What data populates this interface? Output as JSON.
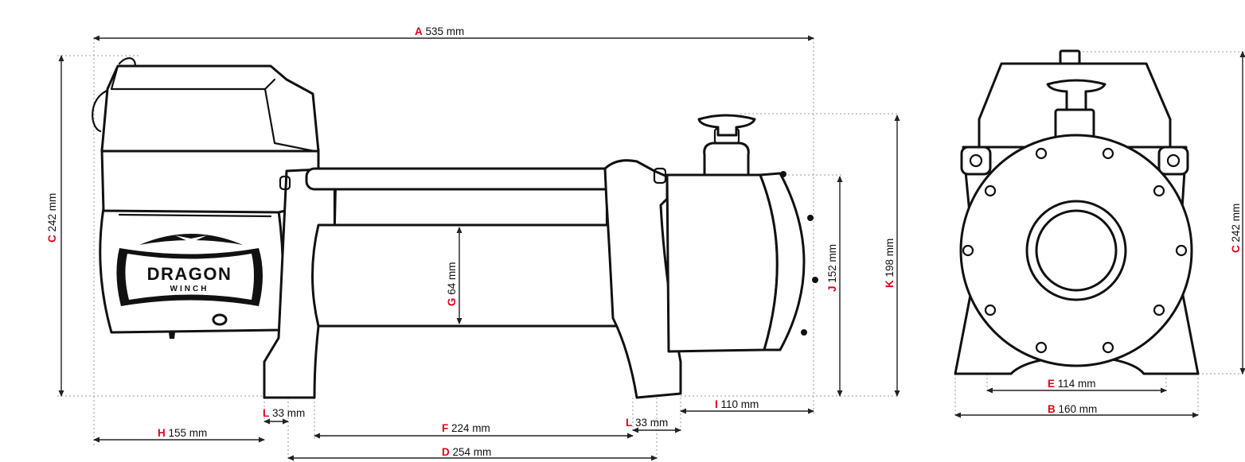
{
  "accent_color": "#e3001b",
  "text_color": "#111111",
  "brand": {
    "name": "DRAGON",
    "sub": "WINCH"
  },
  "dimensions": {
    "A": {
      "letter": "A",
      "value": "535 mm"
    },
    "B": {
      "letter": "B",
      "value": "160 mm"
    },
    "C": {
      "letter": "C",
      "value": "242 mm"
    },
    "D": {
      "letter": "D",
      "value": "254 mm"
    },
    "E": {
      "letter": "E",
      "value": "114 mm"
    },
    "F": {
      "letter": "F",
      "value": "224 mm"
    },
    "G": {
      "letter": "G",
      "value": "64 mm"
    },
    "H": {
      "letter": "H",
      "value": "155 mm"
    },
    "I": {
      "letter": "I",
      "value": "110 mm"
    },
    "J": {
      "letter": "J",
      "value": "152 mm"
    },
    "K": {
      "letter": "K",
      "value": "198 mm"
    },
    "L": {
      "letter": "L",
      "value": "33 mm"
    }
  }
}
